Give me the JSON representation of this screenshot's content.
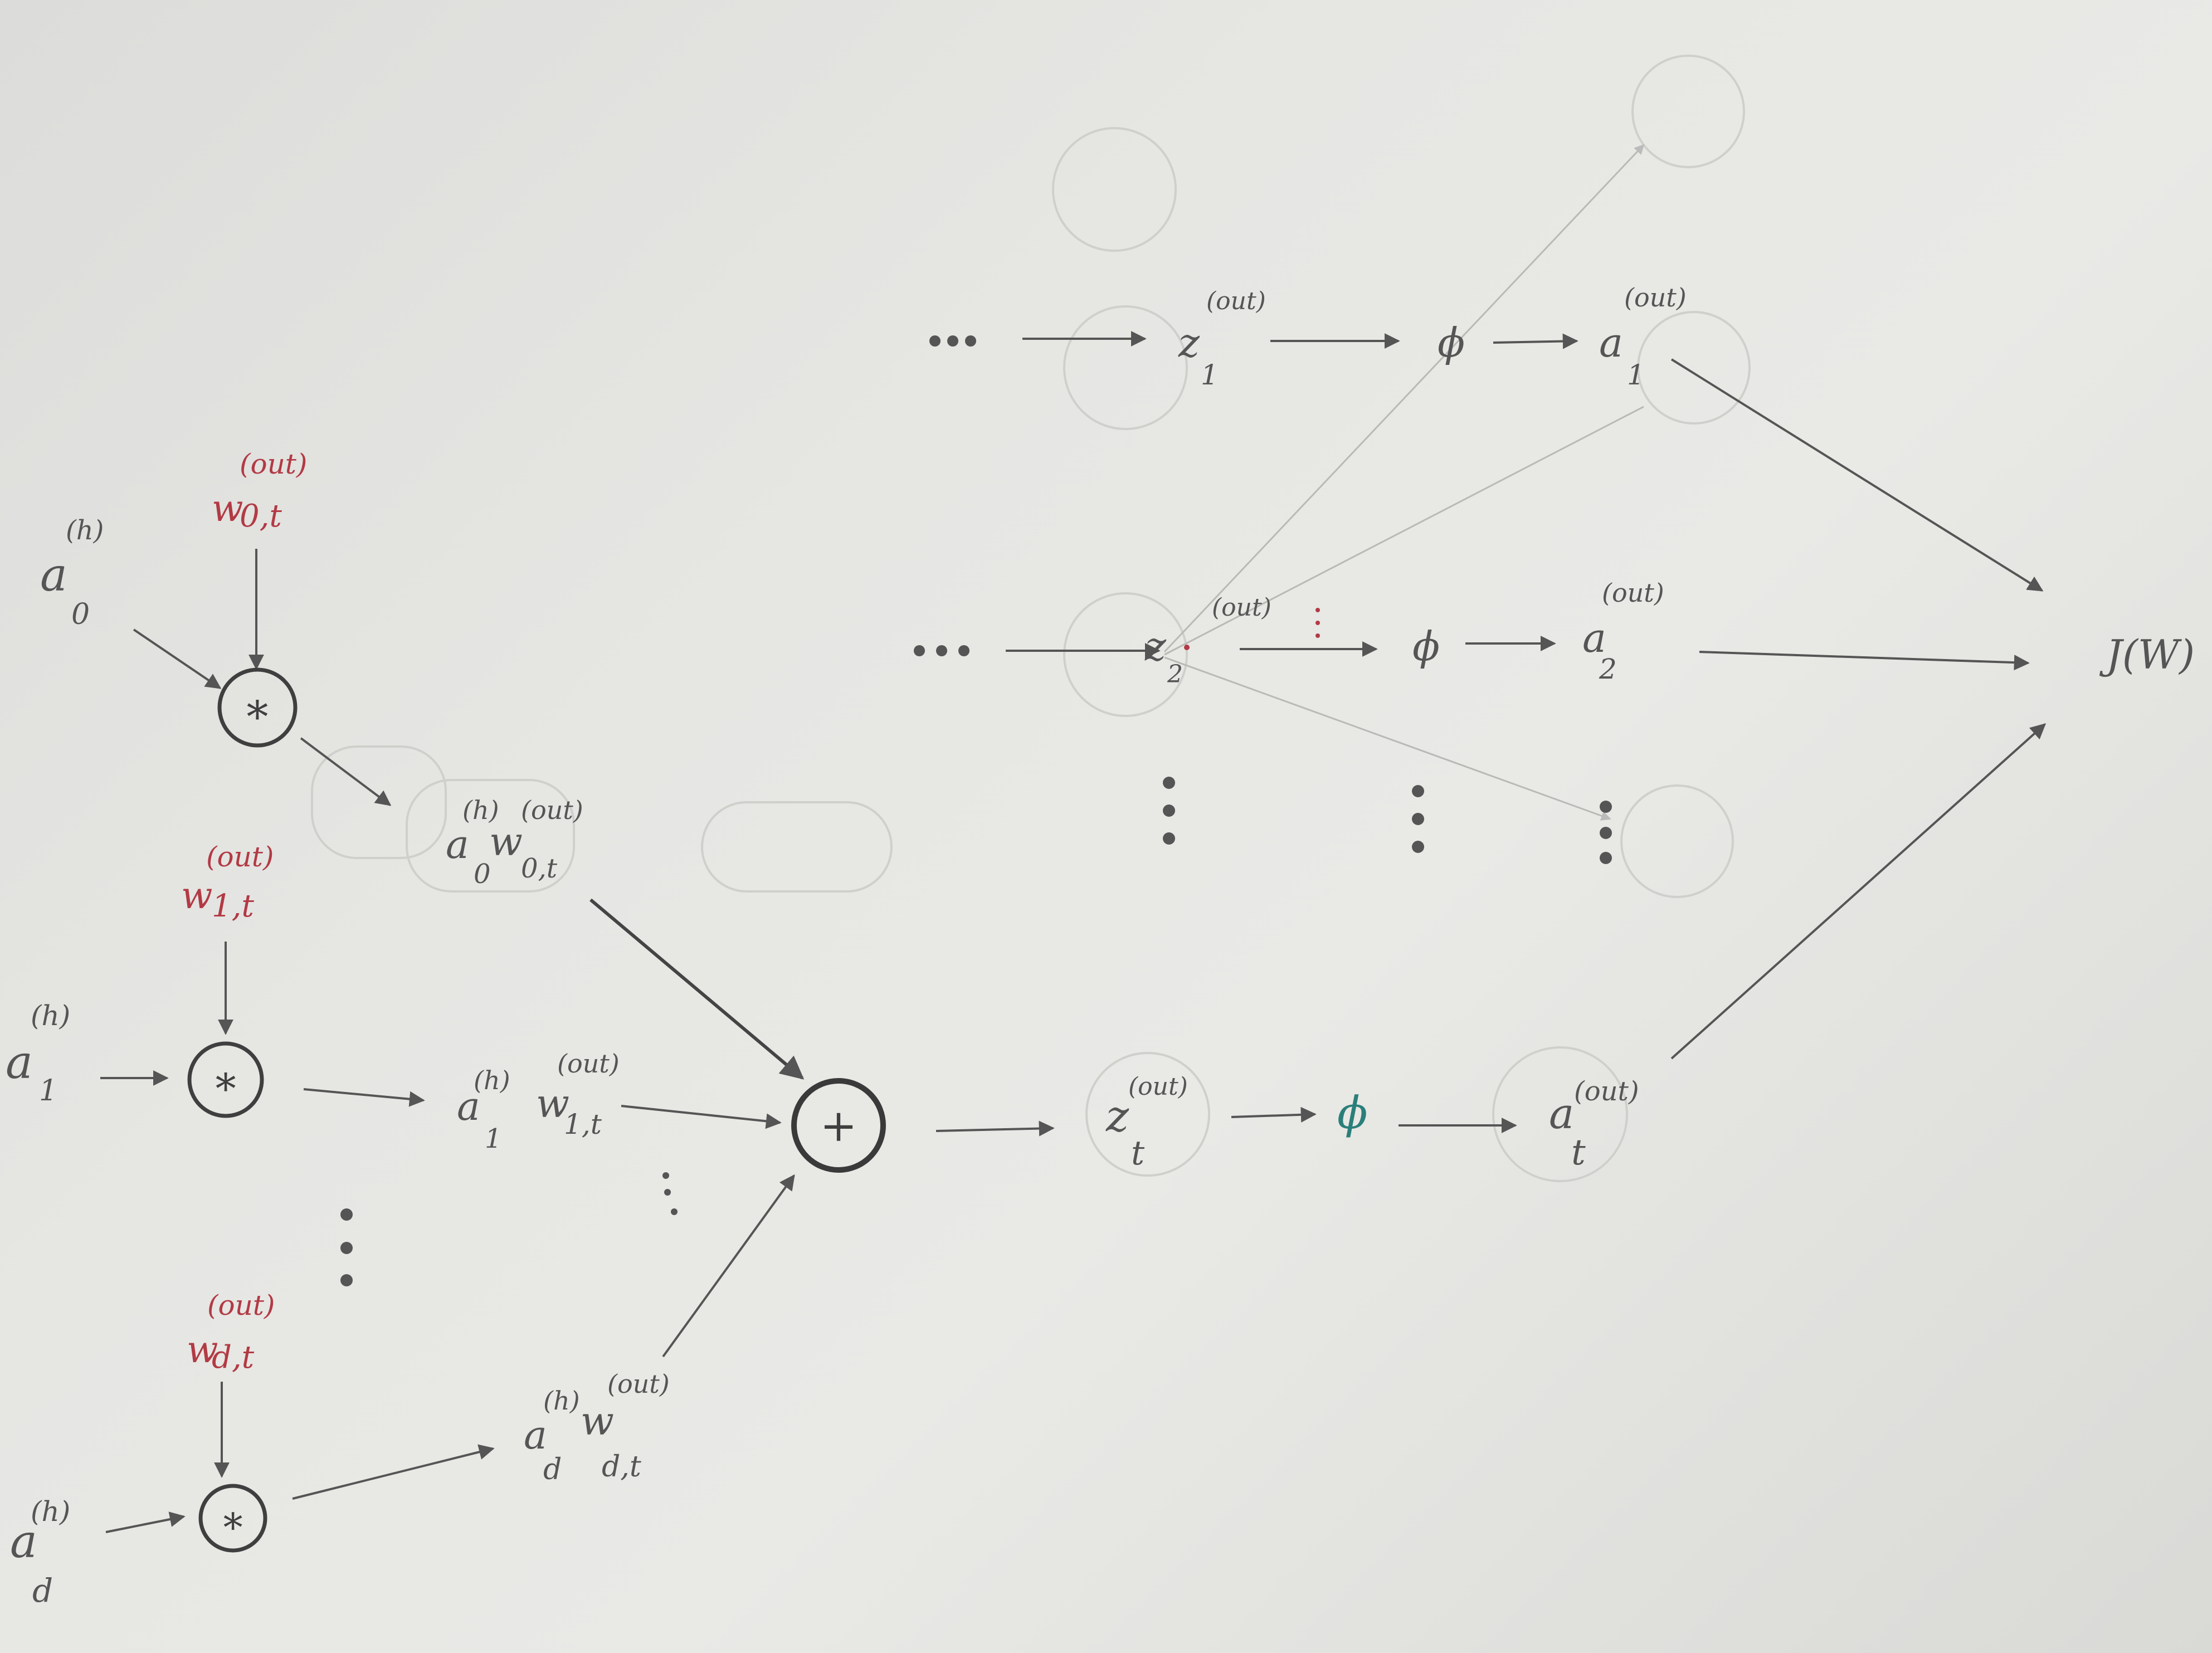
{
  "symbols": {
    "a": "a",
    "w": "w",
    "z": "z",
    "phi": "ϕ",
    "mult": "∗",
    "plus": "+",
    "ellipsis": "• • •",
    "cost": "J(W)"
  },
  "superscripts": {
    "hidden": "(h)",
    "output": "(out)"
  },
  "subscripts": {
    "s0": "0",
    "s1": "1",
    "s2": "2",
    "sd": "d",
    "st": "t",
    "w0t": "0,t",
    "w1t": "1,t",
    "wdt": "d,t"
  },
  "colors": {
    "ink": "#555555",
    "weight_red": "#b23a44",
    "phi_teal": "#2a7f7a"
  }
}
